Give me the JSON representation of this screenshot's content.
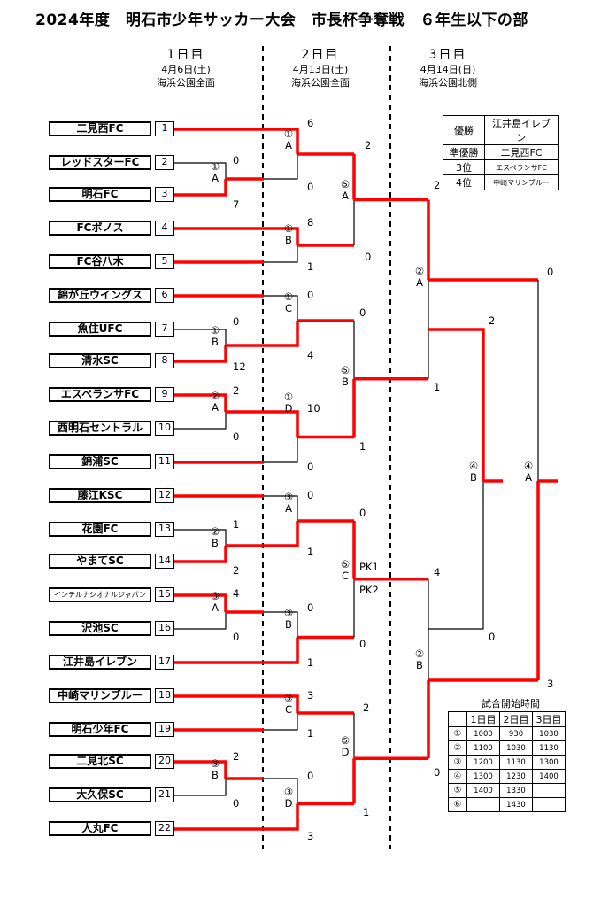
{
  "title": "2024年度　明石市少年サッカー大会　市長杯争奪戦　６年生以下の部",
  "days": [
    {
      "name": "1日目",
      "date": "4月6日(土)",
      "venue": "海浜公園全面"
    },
    {
      "name": "2日目",
      "date": "4月13日(土)",
      "venue": "海浜公園全面"
    },
    {
      "name": "3日目",
      "date": "4月14日(日)",
      "venue": "海浜公園北側"
    }
  ],
  "teams": [
    {
      "no": "1",
      "name": "二見西FC"
    },
    {
      "no": "2",
      "name": "レッドスターFC"
    },
    {
      "no": "3",
      "name": "明石FC"
    },
    {
      "no": "4",
      "name": "FCボノス"
    },
    {
      "no": "5",
      "name": "FC谷八木"
    },
    {
      "no": "6",
      "name": "錦が丘ウイングス"
    },
    {
      "no": "7",
      "name": "魚住UFC"
    },
    {
      "no": "8",
      "name": "清水SC"
    },
    {
      "no": "9",
      "name": "エスペランサFC"
    },
    {
      "no": "10",
      "name": "西明石セントラル"
    },
    {
      "no": "11",
      "name": "錦浦SC"
    },
    {
      "no": "12",
      "name": "藤江KSC"
    },
    {
      "no": "13",
      "name": "花園FC"
    },
    {
      "no": "14",
      "name": "やまてSC"
    },
    {
      "no": "15",
      "name": "インテルナシオナルジャパン"
    },
    {
      "no": "16",
      "name": "沢池SC"
    },
    {
      "no": "17",
      "name": "江井島イレブン"
    },
    {
      "no": "18",
      "name": "中崎マリンブルー"
    },
    {
      "no": "19",
      "name": "明石少年FC"
    },
    {
      "no": "20",
      "name": "二見北SC"
    },
    {
      "no": "21",
      "name": "大久保SC"
    },
    {
      "no": "22",
      "name": "人丸FC"
    }
  ],
  "match_labels": [
    {
      "circle": "①",
      "letter": "A"
    },
    {
      "circle": "①",
      "letter": "B"
    },
    {
      "circle": "②",
      "letter": "A"
    },
    {
      "circle": "②",
      "letter": "B"
    },
    {
      "circle": "③",
      "letter": "A"
    },
    {
      "circle": "③",
      "letter": "B"
    },
    {
      "circle": "①",
      "letter": "A"
    },
    {
      "circle": "①",
      "letter": "B"
    },
    {
      "circle": "①",
      "letter": "C"
    },
    {
      "circle": "①",
      "letter": "D"
    },
    {
      "circle": "③",
      "letter": "A"
    },
    {
      "circle": "③",
      "letter": "B"
    },
    {
      "circle": "③",
      "letter": "C"
    },
    {
      "circle": "③",
      "letter": "D"
    },
    {
      "circle": "⑤",
      "letter": "A"
    },
    {
      "circle": "⑤",
      "letter": "B"
    },
    {
      "circle": "⑤",
      "letter": "C"
    },
    {
      "circle": "⑤",
      "letter": "D"
    },
    {
      "circle": "②",
      "letter": "A"
    },
    {
      "circle": "②",
      "letter": "B"
    },
    {
      "circle": "④",
      "letter": "B"
    },
    {
      "circle": "④",
      "letter": "A"
    }
  ],
  "scores": [
    "0",
    "7",
    "0",
    "12",
    "2",
    "0",
    "1",
    "2",
    "4",
    "0",
    "0",
    "6",
    "0",
    "8",
    "1",
    "0",
    "4",
    "10",
    "1",
    "0",
    "0",
    "1",
    "1",
    "0",
    "1",
    "3",
    "1",
    "0",
    "1",
    "2",
    "0",
    "0",
    "1",
    "2",
    "0",
    "1",
    "0",
    "PK1",
    "PK2",
    "4",
    "2",
    "1",
    "4",
    "0",
    "0",
    "3",
    "2",
    "0",
    "0"
  ],
  "ranking": [
    {
      "rank": "優勝",
      "team": "江井島イレブン"
    },
    {
      "rank": "準優勝",
      "team": "二見西FC"
    },
    {
      "rank": "3位",
      "team": "エスペランサFC"
    },
    {
      "rank": "4位",
      "team": "中崎マリンブルー"
    }
  ],
  "schedule": {
    "title": "試合開始時間",
    "headers": [
      "",
      "1日目",
      "2日目",
      "3日目"
    ],
    "rows": [
      [
        "①",
        "1000",
        "930",
        "1030"
      ],
      [
        "②",
        "1100",
        "1030",
        "1130"
      ],
      [
        "③",
        "1200",
        "1130",
        "1300"
      ],
      [
        "④",
        "1300",
        "1230",
        "1400"
      ],
      [
        "⑤",
        "1400",
        "1330",
        ""
      ],
      [
        "⑥",
        "",
        "1430",
        ""
      ]
    ]
  },
  "colors": {
    "win_line": "#ff0000",
    "lose_line": "#000000",
    "divider": "#000000"
  }
}
